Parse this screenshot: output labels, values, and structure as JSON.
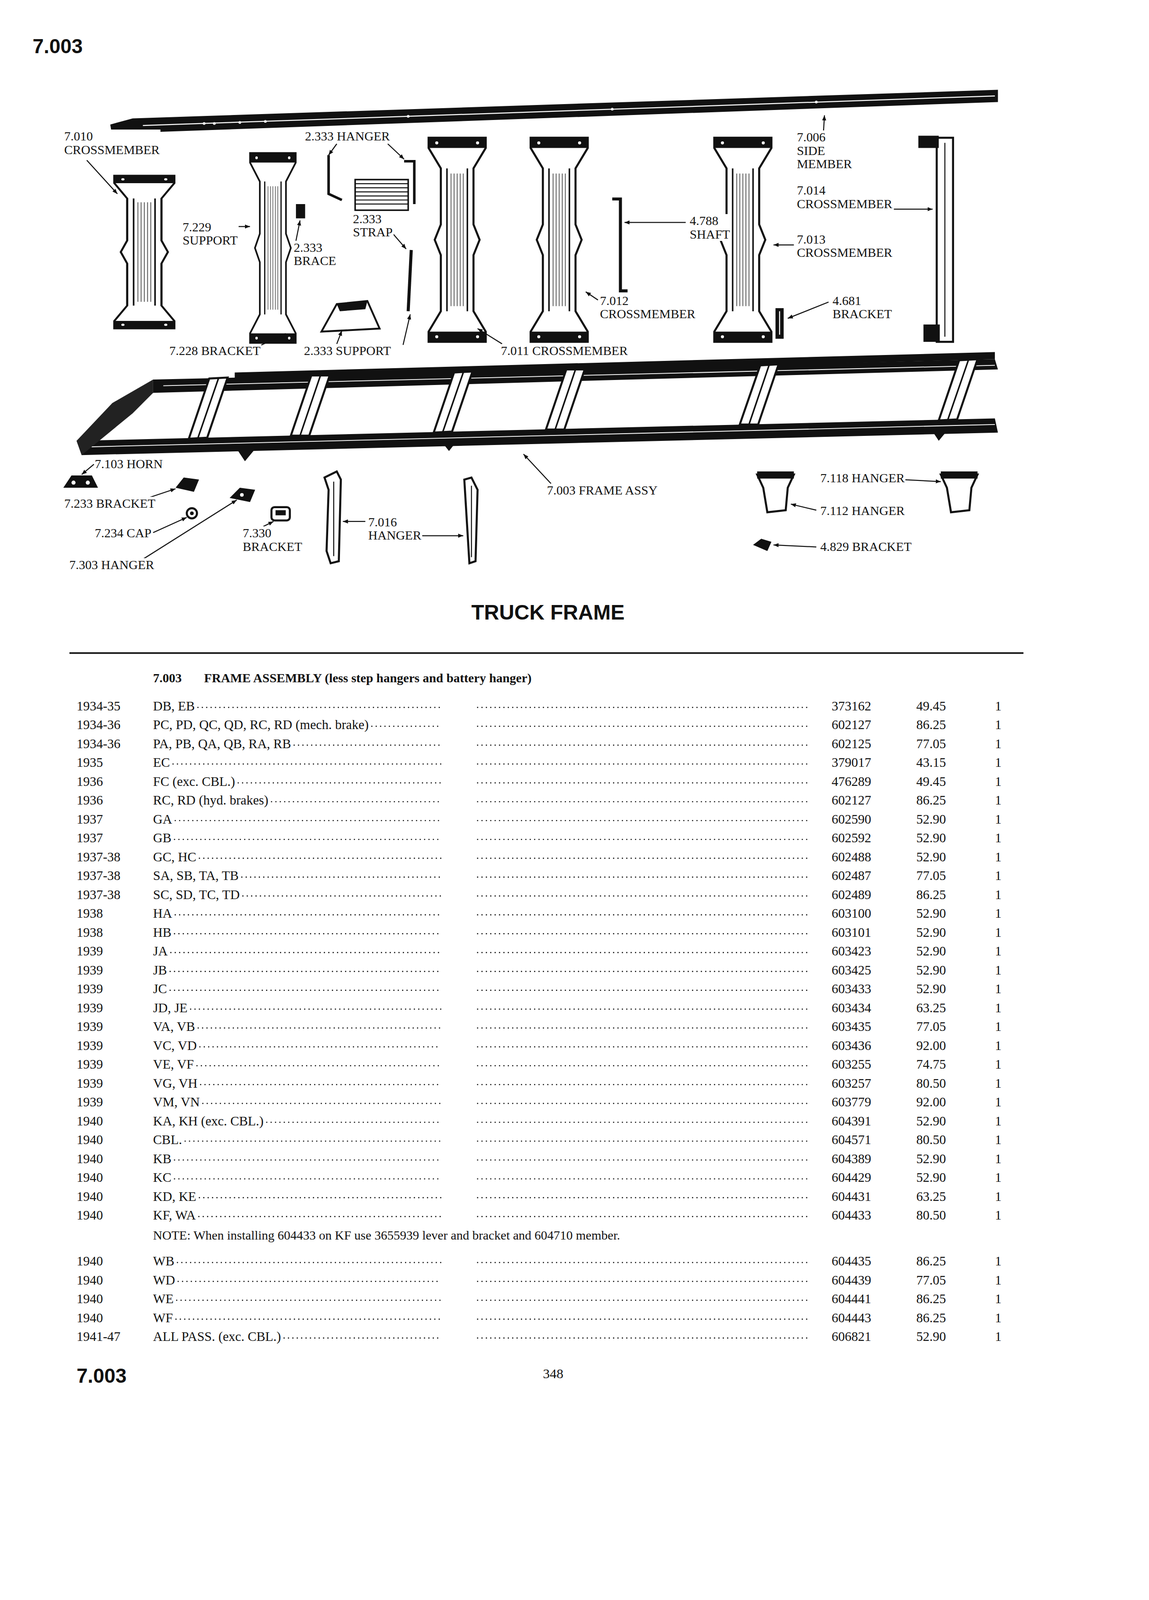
{
  "diagram": {
    "title": "TRUCK FRAME",
    "labels": [
      "7.003",
      "7.010 CROSSMEMBER",
      "2.333 HANGER",
      "7.229 SUPPORT",
      "2.333 STRAP",
      "2.333 BRACE",
      "7.006 SIDE MEMBER",
      "7.014 CROSSMEMBER",
      "4.788 SHAFT",
      "7.013 CROSSMEMBER",
      "4.681 BRACKET",
      "7.012 CROSSMEMBER",
      "7.228 BRACKET",
      "2.333 SUPPORT",
      "7.011 CROSSMEMBER",
      "7.103 HORN",
      "7.233 BRACKET",
      "7.234 CAP",
      "7.330 BRACKET",
      "7.016 HANGER",
      "7.003 FRAME ASSY",
      "7.118 HANGER",
      "7.112 HANGER",
      "4.829 BRACKET",
      "7.303 HANGER",
      "7.003",
      "FRAME ASSEMBLY (less step hangers and battery hanger)",
      "1934-35",
      "DB, EB",
      "373162",
      "49.45",
      "1",
      "1934-36",
      "PC, PD, QC, QD, RC, RD (mech. brake)",
      "602127",
      "86.25",
      "1",
      "1934-36",
      "PA, PB, QA, QB, RA, RB",
      "602125",
      "77.05",
      "1",
      "1935",
      "EC",
      "379017",
      "43.15",
      "1",
      "1936",
      "FC (exc. CBL.)",
      "476289",
      "49.45",
      "1",
      "1936",
      "RC, RD (hyd. brakes)",
      "602127",
      "86.25",
      "1",
      "1937",
      "GA",
      "602590",
      "52.90",
      "1",
      "1937",
      "GB",
      "602592",
      "52.90",
      "1",
      "1937-38",
      "GC, HC",
      "602488",
      "52.90",
      "1",
      "1937-38",
      "SA, SB, TA, TB",
      "602487",
      "77.05",
      "1",
      "1937-38",
      "SC, SD, TC, TD",
      "602489",
      "86.25",
      "1",
      "1938",
      "HA",
      "603100",
      "52.90",
      "1",
      "1938",
      "HB",
      "603101",
      "52.90",
      "1",
      "1939",
      "JA",
      "603423",
      "52.90",
      "1",
      "1939",
      "JB",
      "603425",
      "52.90",
      "1",
      "1939",
      "JC",
      "603433",
      "52.90",
      "1",
      "1939",
      "JD, JE",
      "603434",
      "63.25",
      "1",
      "1939",
      "VA, VB",
      "603435",
      "77.05",
      "1",
      "1939",
      "VC, VD",
      "603436",
      "92.00",
      "1",
      "1939",
      "VE, VF",
      "603255",
      "74.75",
      "1",
      "1939",
      "VG, VH",
      "603257",
      "80.50",
      "1",
      "1939",
      "VM, VN",
      "603779",
      "92.00",
      "1",
      "1940",
      "KA, KH (exc. CBL.)",
      "604391",
      "52.90",
      "1",
      "1940",
      "CBL.",
      "604571",
      "80.50",
      "1",
      "1940",
      "KB",
      "604389",
      "52.90",
      "1",
      "1940",
      "KC",
      "604429",
      "52.90",
      "1",
      "1940",
      "KD, KE",
      "604431",
      "63.25",
      "1",
      "1940",
      "KF, WA",
      "604433",
      "80.50",
      "1",
      "NOTE: When installing 604433 on KF use 3655939 lever and bracket and 604710 member.",
      "1940",
      "WB",
      "604435",
      "86.25",
      "1",
      "1940",
      "WD",
      "604439",
      "77.05",
      "1",
      "1940",
      "WE",
      "604441",
      "86.25",
      "1",
      "1940",
      "WF",
      "604443",
      "86.25",
      "1",
      "1941-47",
      "ALL PASS. (exc. CBL.)",
      "606821",
      "52.90",
      "1",
      "7.003",
      "348"
    ]
  }
}
